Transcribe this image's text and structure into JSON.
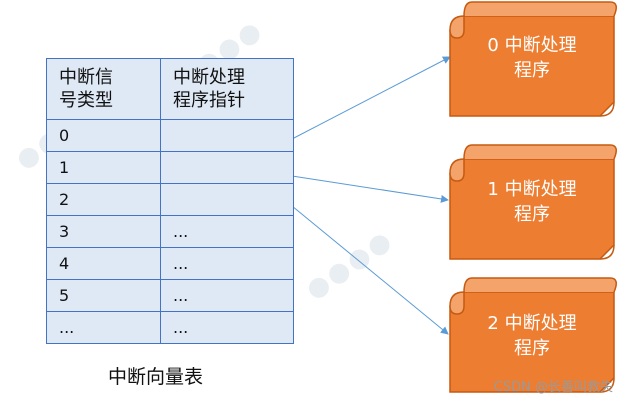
{
  "table": {
    "headers": [
      "中断信号类型",
      "中断处理程序指针"
    ],
    "header_lines": [
      [
        "中断信",
        "号类型"
      ],
      [
        "中断处理",
        "程序指针"
      ]
    ],
    "rows": [
      {
        "signal": "0",
        "pointer": ""
      },
      {
        "signal": "1",
        "pointer": ""
      },
      {
        "signal": "2",
        "pointer": ""
      },
      {
        "signal": "3",
        "pointer": "..."
      },
      {
        "signal": "4",
        "pointer": "..."
      },
      {
        "signal": "5",
        "pointer": "..."
      },
      {
        "signal": "...",
        "pointer": "..."
      }
    ]
  },
  "caption": "中断向量表",
  "handlers": [
    {
      "line1": "0 中断处理",
      "line2": "程序"
    },
    {
      "line1": "1 中断处理",
      "line2": "程序"
    },
    {
      "line1": "2 中断处理",
      "line2": "程序"
    }
  ],
  "footer": "CSDN @长善叫救失",
  "colors": {
    "banner_fill": "#ed7d31",
    "banner_stroke": "#c55a11",
    "table_border": "#4472c4",
    "table_fill": "#dfe8f5",
    "arrow": "#5b9bd5"
  }
}
